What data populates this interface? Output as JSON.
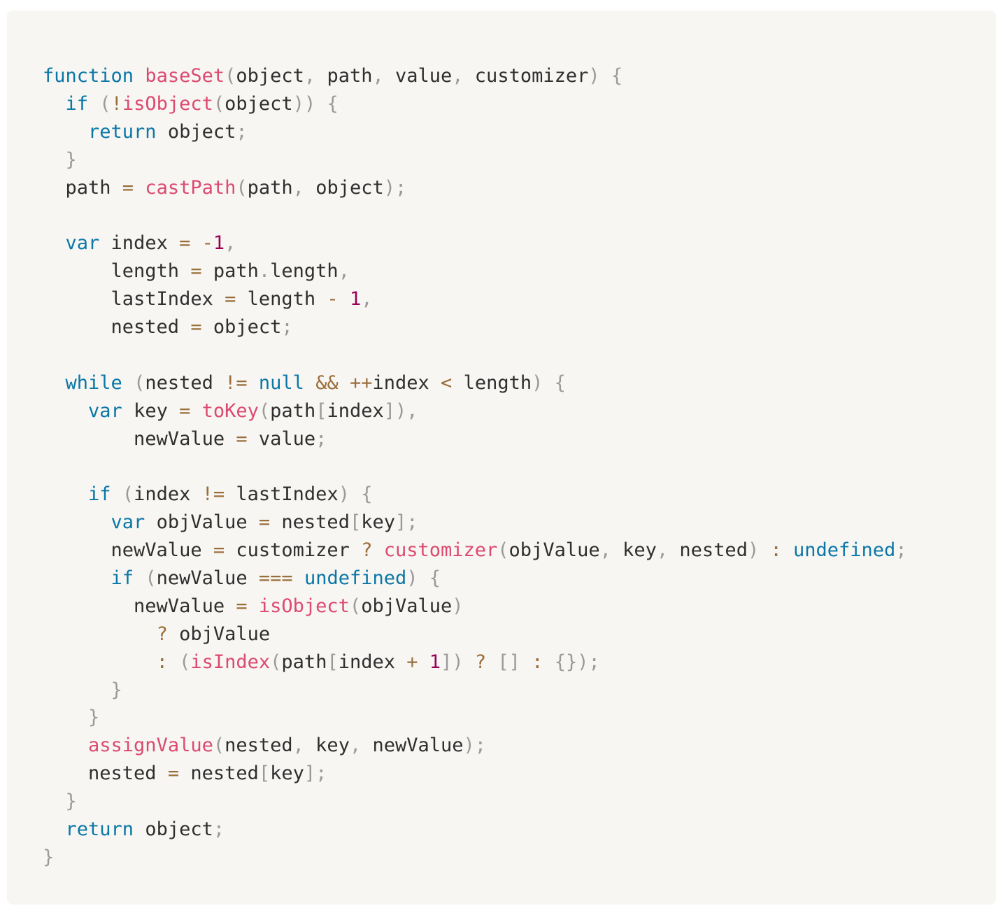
{
  "colors": {
    "background": "#f7f6f3",
    "keyword": "#0a77a6",
    "function": "#dc4a6e",
    "punctuation": "#9a9a9a",
    "operator": "#9a6e3a",
    "number": "#990055",
    "plain": "#2f2f2f"
  },
  "code": {
    "lines": [
      [
        [
          "keyword",
          "function"
        ],
        [
          "plain",
          " "
        ],
        [
          "function",
          "baseSet"
        ],
        [
          "punct",
          "("
        ],
        [
          "plain",
          "object"
        ],
        [
          "punct",
          ","
        ],
        [
          "plain",
          " path"
        ],
        [
          "punct",
          ","
        ],
        [
          "plain",
          " value"
        ],
        [
          "punct",
          ","
        ],
        [
          "plain",
          " customizer"
        ],
        [
          "punct",
          ")"
        ],
        [
          "plain",
          " "
        ],
        [
          "punct",
          "{"
        ]
      ],
      [
        [
          "plain",
          "  "
        ],
        [
          "keyword",
          "if"
        ],
        [
          "plain",
          " "
        ],
        [
          "punct",
          "("
        ],
        [
          "operator",
          "!"
        ],
        [
          "function",
          "isObject"
        ],
        [
          "punct",
          "("
        ],
        [
          "plain",
          "object"
        ],
        [
          "punct",
          "))"
        ],
        [
          "plain",
          " "
        ],
        [
          "punct",
          "{"
        ]
      ],
      [
        [
          "plain",
          "    "
        ],
        [
          "keyword",
          "return"
        ],
        [
          "plain",
          " object"
        ],
        [
          "punct",
          ";"
        ]
      ],
      [
        [
          "plain",
          "  "
        ],
        [
          "punct",
          "}"
        ]
      ],
      [
        [
          "plain",
          "  path "
        ],
        [
          "operator",
          "="
        ],
        [
          "plain",
          " "
        ],
        [
          "function",
          "castPath"
        ],
        [
          "punct",
          "("
        ],
        [
          "plain",
          "path"
        ],
        [
          "punct",
          ","
        ],
        [
          "plain",
          " object"
        ],
        [
          "punct",
          ");"
        ]
      ],
      [],
      [
        [
          "plain",
          "  "
        ],
        [
          "keyword",
          "var"
        ],
        [
          "plain",
          " index "
        ],
        [
          "operator",
          "="
        ],
        [
          "plain",
          " "
        ],
        [
          "operator",
          "-"
        ],
        [
          "number",
          "1"
        ],
        [
          "punct",
          ","
        ]
      ],
      [
        [
          "plain",
          "      length "
        ],
        [
          "operator",
          "="
        ],
        [
          "plain",
          " path"
        ],
        [
          "punct",
          "."
        ],
        [
          "plain",
          "length"
        ],
        [
          "punct",
          ","
        ]
      ],
      [
        [
          "plain",
          "      lastIndex "
        ],
        [
          "operator",
          "="
        ],
        [
          "plain",
          " length "
        ],
        [
          "operator",
          "-"
        ],
        [
          "plain",
          " "
        ],
        [
          "number",
          "1"
        ],
        [
          "punct",
          ","
        ]
      ],
      [
        [
          "plain",
          "      nested "
        ],
        [
          "operator",
          "="
        ],
        [
          "plain",
          " object"
        ],
        [
          "punct",
          ";"
        ]
      ],
      [],
      [
        [
          "plain",
          "  "
        ],
        [
          "keyword",
          "while"
        ],
        [
          "plain",
          " "
        ],
        [
          "punct",
          "("
        ],
        [
          "plain",
          "nested "
        ],
        [
          "operator",
          "!="
        ],
        [
          "plain",
          " "
        ],
        [
          "keyword",
          "null"
        ],
        [
          "plain",
          " "
        ],
        [
          "operator",
          "&&"
        ],
        [
          "plain",
          " "
        ],
        [
          "operator",
          "++"
        ],
        [
          "plain",
          "index "
        ],
        [
          "operator",
          "<"
        ],
        [
          "plain",
          " length"
        ],
        [
          "punct",
          ")"
        ],
        [
          "plain",
          " "
        ],
        [
          "punct",
          "{"
        ]
      ],
      [
        [
          "plain",
          "    "
        ],
        [
          "keyword",
          "var"
        ],
        [
          "plain",
          " key "
        ],
        [
          "operator",
          "="
        ],
        [
          "plain",
          " "
        ],
        [
          "function",
          "toKey"
        ],
        [
          "punct",
          "("
        ],
        [
          "plain",
          "path"
        ],
        [
          "punct",
          "["
        ],
        [
          "plain",
          "index"
        ],
        [
          "punct",
          "]),"
        ]
      ],
      [
        [
          "plain",
          "        newValue "
        ],
        [
          "operator",
          "="
        ],
        [
          "plain",
          " value"
        ],
        [
          "punct",
          ";"
        ]
      ],
      [],
      [
        [
          "plain",
          "    "
        ],
        [
          "keyword",
          "if"
        ],
        [
          "plain",
          " "
        ],
        [
          "punct",
          "("
        ],
        [
          "plain",
          "index "
        ],
        [
          "operator",
          "!="
        ],
        [
          "plain",
          " lastIndex"
        ],
        [
          "punct",
          ")"
        ],
        [
          "plain",
          " "
        ],
        [
          "punct",
          "{"
        ]
      ],
      [
        [
          "plain",
          "      "
        ],
        [
          "keyword",
          "var"
        ],
        [
          "plain",
          " objValue "
        ],
        [
          "operator",
          "="
        ],
        [
          "plain",
          " nested"
        ],
        [
          "punct",
          "["
        ],
        [
          "plain",
          "key"
        ],
        [
          "punct",
          "];"
        ]
      ],
      [
        [
          "plain",
          "      newValue "
        ],
        [
          "operator",
          "="
        ],
        [
          "plain",
          " customizer "
        ],
        [
          "operator",
          "?"
        ],
        [
          "plain",
          " "
        ],
        [
          "function",
          "customizer"
        ],
        [
          "punct",
          "("
        ],
        [
          "plain",
          "objValue"
        ],
        [
          "punct",
          ","
        ],
        [
          "plain",
          " key"
        ],
        [
          "punct",
          ","
        ],
        [
          "plain",
          " nested"
        ],
        [
          "punct",
          ")"
        ],
        [
          "plain",
          " "
        ],
        [
          "operator",
          ":"
        ],
        [
          "plain",
          " "
        ],
        [
          "keyword",
          "undefined"
        ],
        [
          "punct",
          ";"
        ]
      ],
      [
        [
          "plain",
          "      "
        ],
        [
          "keyword",
          "if"
        ],
        [
          "plain",
          " "
        ],
        [
          "punct",
          "("
        ],
        [
          "plain",
          "newValue "
        ],
        [
          "operator",
          "==="
        ],
        [
          "plain",
          " "
        ],
        [
          "keyword",
          "undefined"
        ],
        [
          "punct",
          ")"
        ],
        [
          "plain",
          " "
        ],
        [
          "punct",
          "{"
        ]
      ],
      [
        [
          "plain",
          "        newValue "
        ],
        [
          "operator",
          "="
        ],
        [
          "plain",
          " "
        ],
        [
          "function",
          "isObject"
        ],
        [
          "punct",
          "("
        ],
        [
          "plain",
          "objValue"
        ],
        [
          "punct",
          ")"
        ]
      ],
      [
        [
          "plain",
          "          "
        ],
        [
          "operator",
          "?"
        ],
        [
          "plain",
          " objValue"
        ]
      ],
      [
        [
          "plain",
          "          "
        ],
        [
          "operator",
          ":"
        ],
        [
          "plain",
          " "
        ],
        [
          "punct",
          "("
        ],
        [
          "function",
          "isIndex"
        ],
        [
          "punct",
          "("
        ],
        [
          "plain",
          "path"
        ],
        [
          "punct",
          "["
        ],
        [
          "plain",
          "index "
        ],
        [
          "operator",
          "+"
        ],
        [
          "plain",
          " "
        ],
        [
          "number",
          "1"
        ],
        [
          "punct",
          "])"
        ],
        [
          "plain",
          " "
        ],
        [
          "operator",
          "?"
        ],
        [
          "plain",
          " "
        ],
        [
          "punct",
          "[]"
        ],
        [
          "plain",
          " "
        ],
        [
          "operator",
          ":"
        ],
        [
          "plain",
          " "
        ],
        [
          "punct",
          "{});"
        ]
      ],
      [
        [
          "plain",
          "      "
        ],
        [
          "punct",
          "}"
        ]
      ],
      [
        [
          "plain",
          "    "
        ],
        [
          "punct",
          "}"
        ]
      ],
      [
        [
          "plain",
          "    "
        ],
        [
          "function",
          "assignValue"
        ],
        [
          "punct",
          "("
        ],
        [
          "plain",
          "nested"
        ],
        [
          "punct",
          ","
        ],
        [
          "plain",
          " key"
        ],
        [
          "punct",
          ","
        ],
        [
          "plain",
          " newValue"
        ],
        [
          "punct",
          ");"
        ]
      ],
      [
        [
          "plain",
          "    nested "
        ],
        [
          "operator",
          "="
        ],
        [
          "plain",
          " nested"
        ],
        [
          "punct",
          "["
        ],
        [
          "plain",
          "key"
        ],
        [
          "punct",
          "];"
        ]
      ],
      [
        [
          "plain",
          "  "
        ],
        [
          "punct",
          "}"
        ]
      ],
      [
        [
          "plain",
          "  "
        ],
        [
          "keyword",
          "return"
        ],
        [
          "plain",
          " object"
        ],
        [
          "punct",
          ";"
        ]
      ],
      [
        [
          "punct",
          "}"
        ]
      ]
    ]
  }
}
